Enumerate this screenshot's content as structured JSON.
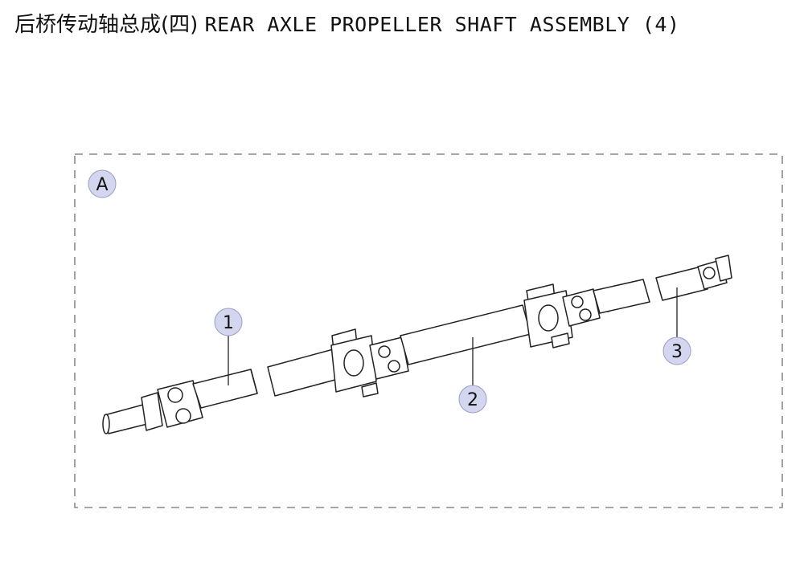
{
  "title": {
    "cn": "后桥传动轴总成(四)",
    "en": "REAR AXLE PROPELLER SHAFT ASSEMBLY (4)"
  },
  "view": {
    "label": "A"
  },
  "callouts": [
    {
      "number": "1"
    },
    {
      "number": "2"
    },
    {
      "number": "3"
    }
  ],
  "colors": {
    "callout_fill": "#d4d6f0",
    "callout_stroke": "#9a9cc8",
    "line": "#222222",
    "frame": "#888888"
  }
}
